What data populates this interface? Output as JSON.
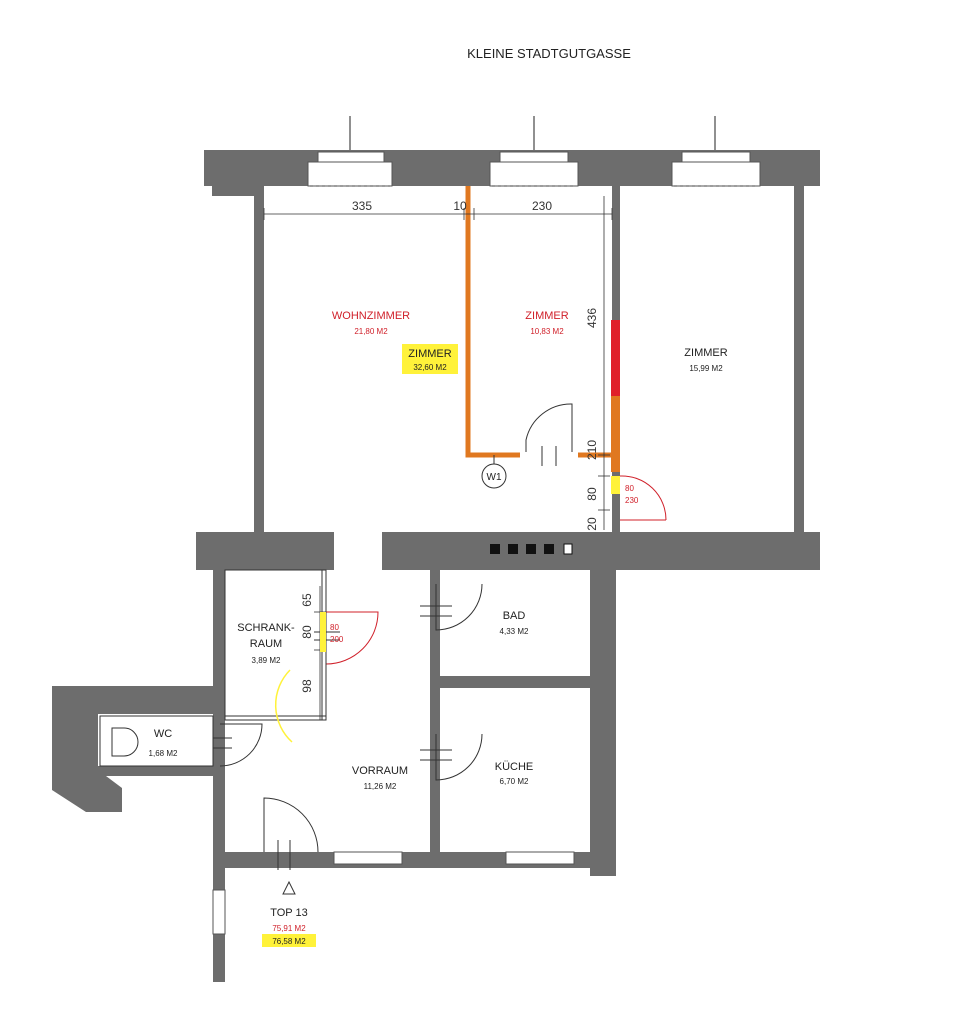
{
  "street": "KLEINE STADTGUTGASSE",
  "colors": {
    "wall": "#6d6d6d",
    "new_wall": "#e07820",
    "demolish": "#e0202a",
    "highlight": "#fff23a",
    "red_text": "#d0202a"
  },
  "dimensions": {
    "d335": "335",
    "d10": "10",
    "d230": "230",
    "d436": "436",
    "d210": "210",
    "d80v": "80",
    "d20": "20",
    "d65": "65",
    "d80s": "80",
    "d98": "98"
  },
  "door_tags": {
    "d1_w": "80",
    "d1_h": "230",
    "d2_w": "80",
    "d2_h": "200"
  },
  "marker": "W1",
  "rooms": {
    "wohnzimmer": {
      "name": "WOHNZIMMER",
      "area": "21,80 M2"
    },
    "zimmer_combined": {
      "name": "ZIMMER",
      "area": "32,60 M2"
    },
    "zimmer_small": {
      "name": "ZIMMER",
      "area": "10,83 M2"
    },
    "zimmer_right": {
      "name": "ZIMMER",
      "area": "15,99 M2"
    },
    "schrankraum": {
      "name_line1": "SCHRANK-",
      "name_line2": "RAUM",
      "area": "3,89 M2"
    },
    "bad": {
      "name": "BAD",
      "area": "4,33 M2"
    },
    "wc": {
      "name": "WC",
      "area": "1,68 M2"
    },
    "vorraum": {
      "name": "VORRAUM",
      "area": "11,26 M2"
    },
    "kueche": {
      "name": "KÜCHE",
      "area": "6,70 M2"
    }
  },
  "unit": {
    "name": "TOP 13",
    "area_old": "75,91 M2",
    "area_new": "76,58 M2"
  }
}
